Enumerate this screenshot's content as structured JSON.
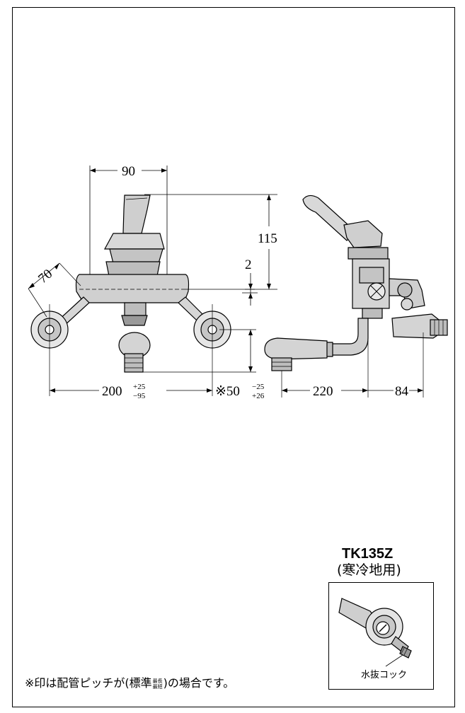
{
  "dimensions": {
    "width_top": "90",
    "height_total": "115",
    "offset_small": "2",
    "angle_offset": "70",
    "pitch": "200",
    "pitch_tol_plus": "+25",
    "pitch_tol_minus": "−95",
    "depth_marked": "※50",
    "depth_tol_minus": "−25",
    "depth_tol_plus": "+26",
    "side_length": "220",
    "side_depth": "84"
  },
  "inset": {
    "model": "TK135Z",
    "subtitle": "(寒冷地用)",
    "label": "水抜コック"
  },
  "footnote": {
    "before": "※印は配管ピッチが(標準",
    "stack_top": "最長",
    "stack_bottom": "最短",
    "after": ")の場合です。"
  },
  "colors": {
    "line": "#000000",
    "shade": "#bdbdbd",
    "background": "#ffffff"
  }
}
